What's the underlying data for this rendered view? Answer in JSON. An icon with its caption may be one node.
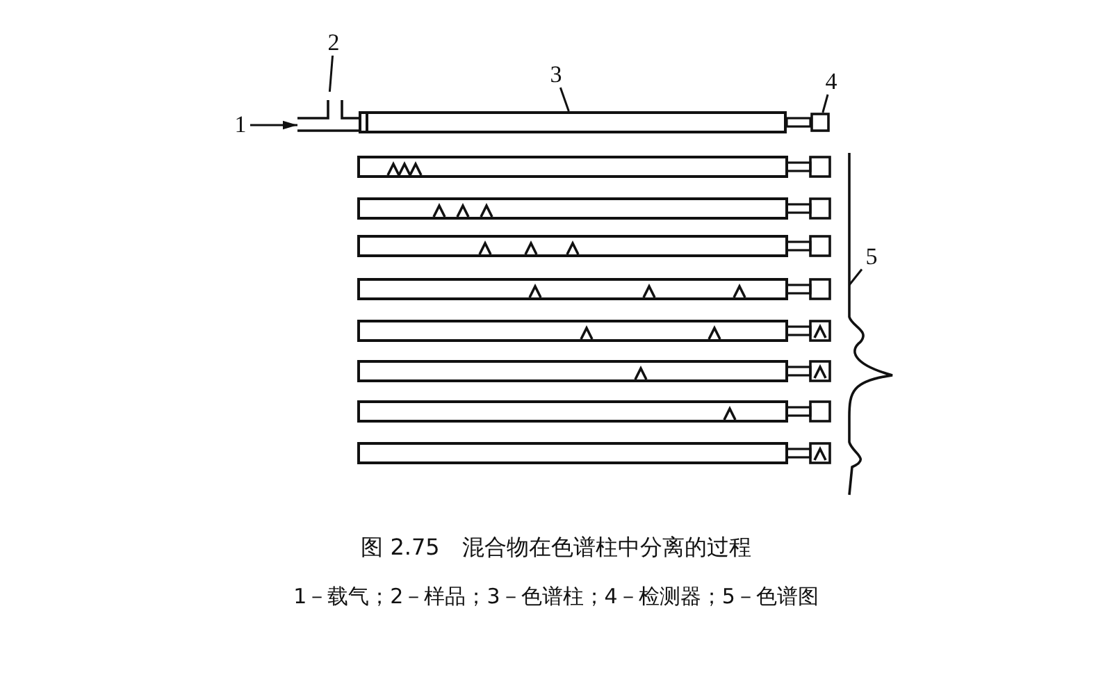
{
  "diagram": {
    "title": "图 2.75　混合物在色谱柱中分离的过程",
    "caption": "1－载气；2－样品；3－色谱柱；4－检测器；5－色谱图",
    "nodes": [
      {
        "text": [
          "1"
        ]
      },
      {
        "text": [],
        "shape": "picture"
      },
      {
        "text": [
          "2"
        ]
      },
      {
        "text": [],
        "shape": "box"
      },
      {
        "text": [
          "3"
        ]
      },
      {
        "text": [],
        "shape": "box"
      },
      {
        "text": [
          "4"
        ]
      },
      {
        "text": [
          "5"
        ],
        "in": 8
      },
      {
        "text": [],
        "shape": "picture"
      }
    ],
    "edges": [
      {
        "from": 0,
        "to": 1,
        "arrow": "to"
      },
      {
        "from": 2,
        "to": 1,
        "arrow": "none"
      },
      {
        "from": 4,
        "to": 3,
        "arrow": "none"
      },
      {
        "from": 6,
        "to": 5,
        "arrow": "none"
      },
      {
        "from": 7,
        "to": 8,
        "arrow": "none"
      }
    ]
  }
}
